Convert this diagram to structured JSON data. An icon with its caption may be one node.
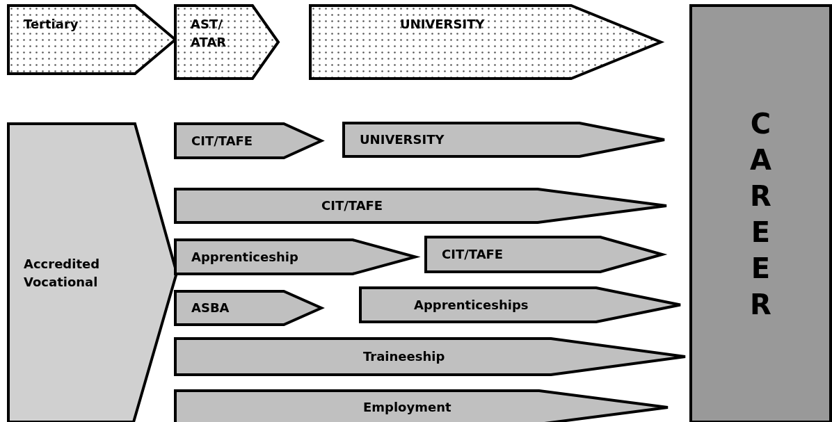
{
  "diagram": {
    "nodes": [
      {
        "text": [
          "Tertiary"
        ]
      },
      {
        "text": [
          "AST/ ATAR"
        ]
      },
      {
        "text": [
          "UNIVERSITY"
        ]
      },
      {
        "text": [
          "CAREER"
        ]
      },
      {
        "text": [
          "Accredited Vocational"
        ]
      },
      {
        "text": [
          "CIT/TAFE"
        ]
      },
      {
        "text": [
          "UNIVERSITY"
        ]
      },
      {
        "text": [
          "CIT/TAFE"
        ]
      },
      {
        "text": [
          "Apprenticeship"
        ]
      },
      {
        "text": [
          "CIT/TAFE"
        ]
      },
      {
        "text": [
          "ASBA"
        ]
      },
      {
        "text": [
          "Apprenticeships"
        ]
      },
      {
        "text": [
          "Traineeship"
        ]
      },
      {
        "text": [
          "Employment"
        ]
      }
    ]
  }
}
